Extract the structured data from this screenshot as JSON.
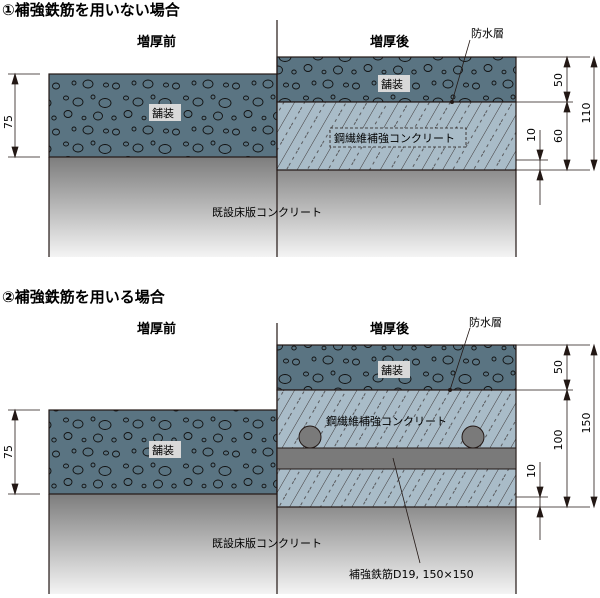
{
  "section1": {
    "title": "①補強鉄筋を用いない場合",
    "before_label": "増厚前",
    "after_label": "増厚後",
    "waterproof_label": "防水層",
    "pavement_label_before": "舗装",
    "pavement_label_after": "舗装",
    "sfrc_label": "鋼繊維補強コンクリート",
    "slab_label": "既設床版コンクリート",
    "dims": {
      "before_pavement": "75",
      "pavement": "50",
      "sfrc": "60",
      "total": "110",
      "small": "10"
    }
  },
  "section2": {
    "title": "②補強鉄筋を用いる場合",
    "before_label": "増厚前",
    "after_label": "増厚後",
    "waterproof_label": "防水層",
    "pavement_label_before": "舗装",
    "pavement_label_after": "舗装",
    "sfrc_label": "鋼繊維補強コンクリート",
    "slab_label": "既設床版コンクリート",
    "rebar_label": "補強鉄筋D19, 150×150",
    "dims": {
      "before_pavement": "75",
      "pavement": "50",
      "sfrc": "100",
      "total": "150",
      "small": "10"
    }
  },
  "colors": {
    "pavement": "#5a7482",
    "sfrc": "#a9bcc8",
    "rebar": "#7a7a7a",
    "line": "#231815"
  }
}
